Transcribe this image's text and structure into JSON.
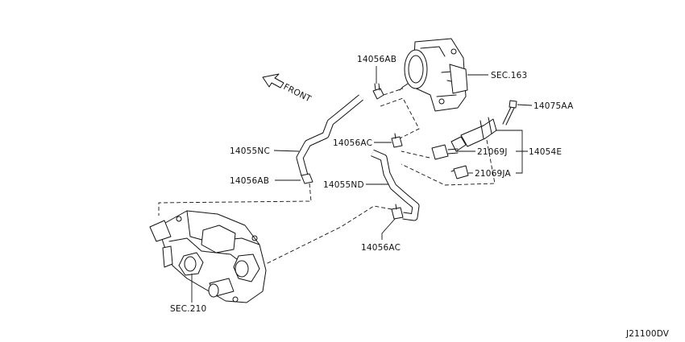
{
  "labels": {
    "front": "FRONT",
    "sec163": "SEC.163",
    "sec210": "SEC.210",
    "p14056AB_top": "14056AB",
    "p14056AB_left": "14056AB",
    "p14075AA": "14075AA",
    "p14056AC_mid": "14056AC",
    "p14056AC_bottom": "14056AC",
    "p14055NC": "14055NC",
    "p14055ND": "14055ND",
    "p21069J": "21069J",
    "p21069JA": "21069JA",
    "p14054E": "14054E",
    "diagram_code": "J21100DV"
  }
}
